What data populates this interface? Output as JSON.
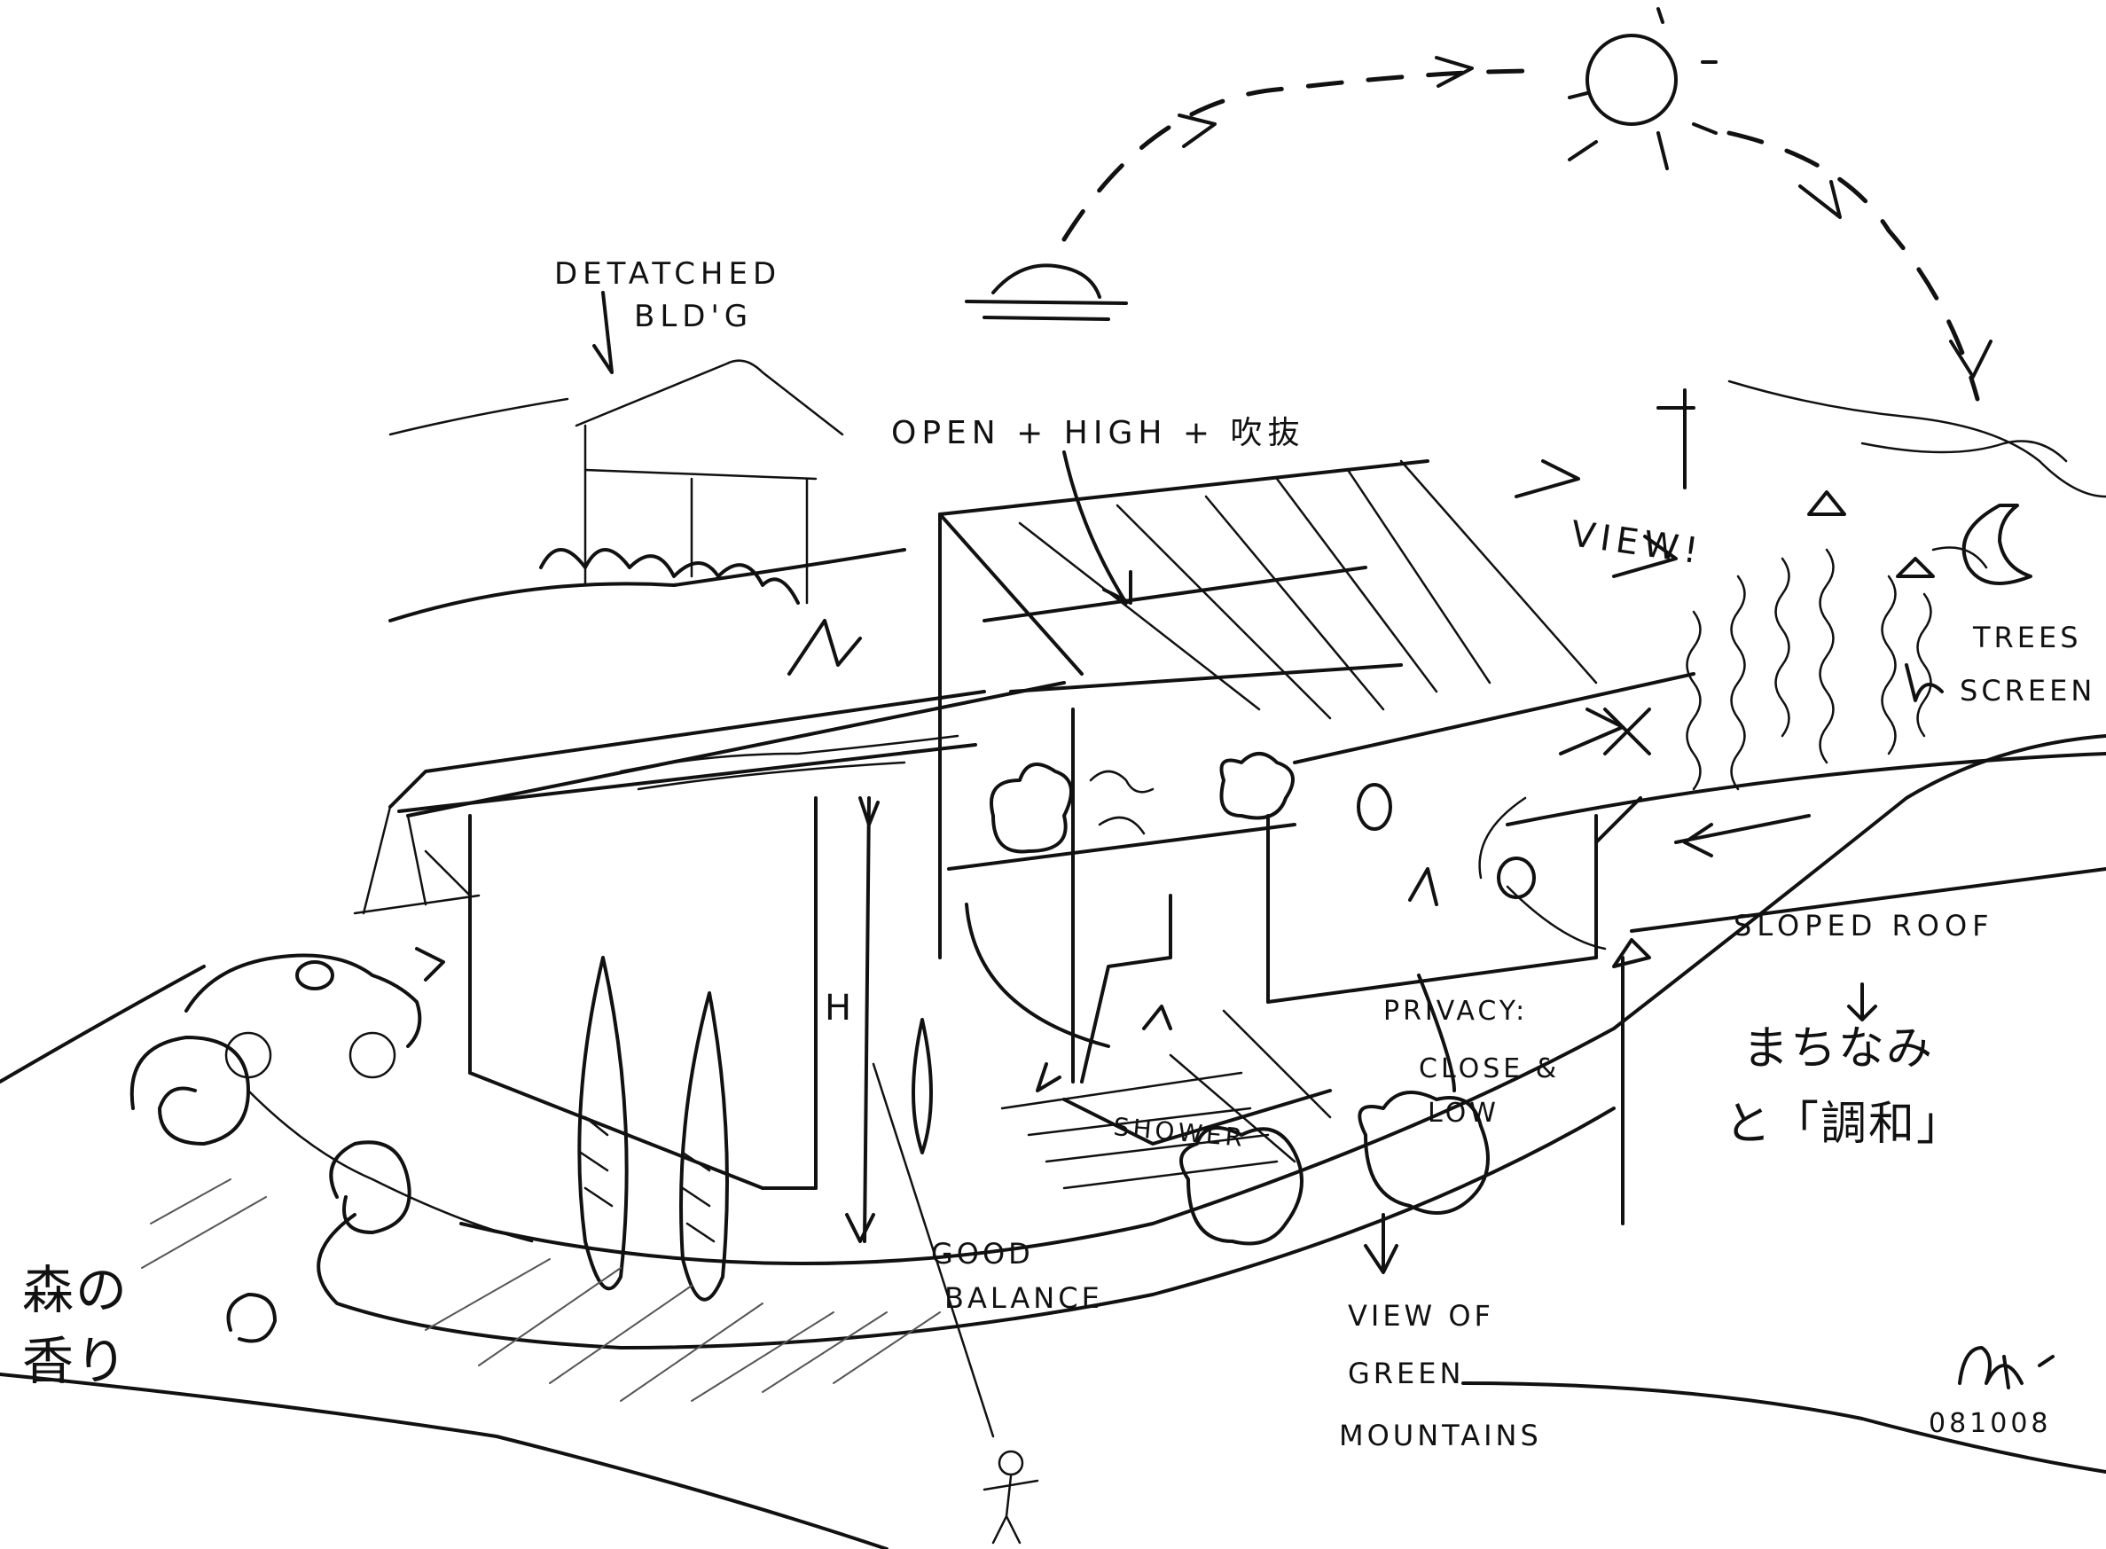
{
  "annotations": {
    "detached_bldg_line1": "DETATCHED",
    "detached_bldg_line2": "BLD'G",
    "open_high": "OPEN + HIGH + 吹抜",
    "view": "VIEW!",
    "trees_screen_line1": "TREES",
    "trees_screen_line2": "SCREEN",
    "sloped_roof": "SLOPED ROOF",
    "machinami_line1": "まちなみ",
    "machinami_line2": "と「調和」",
    "privacy_line1": "PRIVACY:",
    "privacy_line2": "CLOSE &",
    "privacy_line3": "LOW",
    "shower": "SHOWER",
    "height_mark": "H",
    "good_balance_line1": "GOOD",
    "good_balance_line2": "BALANCE",
    "view_green_line1": "VIEW OF",
    "view_green_line2": "GREEN",
    "view_green_line3": "MOUNTAINS",
    "forest_scent_line1": "森の",
    "forest_scent_line2": "香り",
    "signature_date": "081008"
  }
}
